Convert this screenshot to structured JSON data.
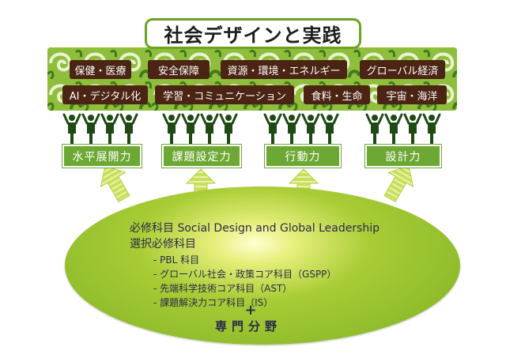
{
  "title": "社会デザインと実践",
  "topics_row1": [
    "保健・医療",
    "安全保障",
    "資源・環境・エネルギー",
    "グローバル経済"
  ],
  "topics_row2": [
    "AI・デジタル化",
    "学習・コミュニケーション",
    "食料・生命",
    "宇宙・海洋"
  ],
  "skills": [
    "水平展開力",
    "課題設定力",
    "行動力",
    "設計力"
  ],
  "curriculum": {
    "required": "必修科目 Social Design and Global Leadership",
    "elective": "選択必修科目",
    "items": [
      "- PBL 科目",
      "- グローバル社会・政策コア科目（GSPP）",
      "- 先端科学技術コア科目（AST）",
      "- 課題解決力コア科目（IS）"
    ],
    "plus": "+",
    "specialty": "専門分野"
  },
  "colors": {
    "green": "#6da834",
    "dark_green": "#1f4a14",
    "brown": "#4b2414",
    "arrow": "#c9df5a"
  }
}
